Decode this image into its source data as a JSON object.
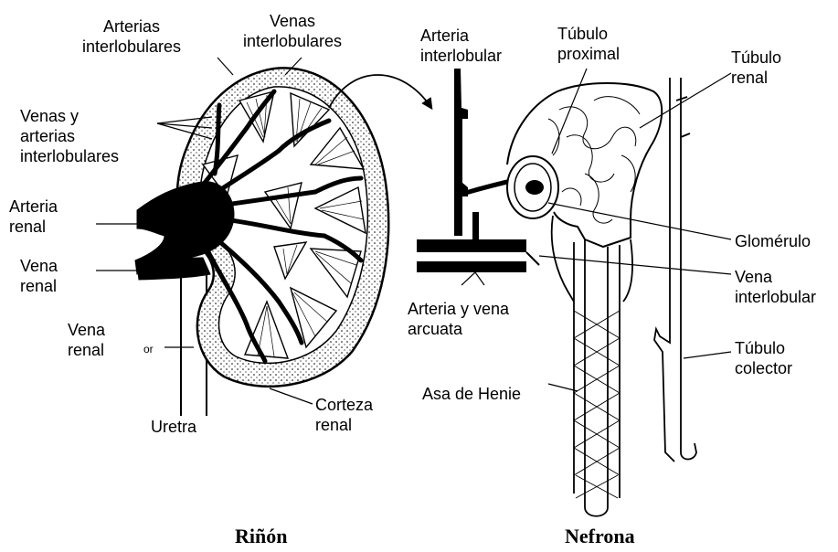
{
  "kidney": {
    "caption": "Riñón",
    "labels": {
      "arterias_interlobulares": "Arterias\ninterlobulares",
      "venas_interlobulares": "Venas\ninterlobulares",
      "venas_y_arterias": "Venas y\narterias\ninterlobulares",
      "arteria_renal": "Arteria\nrenal",
      "vena_renal": "Vena\nrenal",
      "vena_renal_2": "Vena\nrenal",
      "uretra": "Uretra",
      "corteza": "Corteza\nrenal",
      "fragment": "or"
    }
  },
  "nephron": {
    "caption": "Nefrona",
    "labels": {
      "arteria_interlobular": "Arteria\ninterlobular",
      "tubulo_proximal": "Túbulo\nproximal",
      "tubulo_renal": "Túbulo\nrenal",
      "glomerulo": "Glomérulo",
      "vena_interlobular": "Vena\ninterlobular",
      "arteria_vena_arcuata": "Arteria y vena\narcuata",
      "asa_henle": "Asa de Henie",
      "tubulo_colector": "Túbulo\ncolector"
    }
  }
}
